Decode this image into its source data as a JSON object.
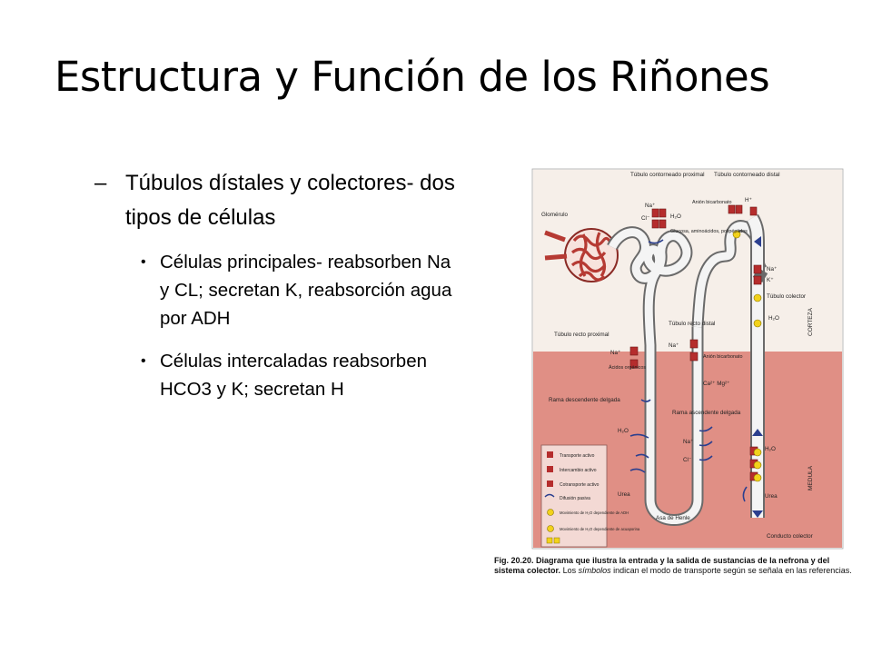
{
  "slide": {
    "title": "Estructura y Función de los Riñones",
    "level1": {
      "dash": "–",
      "text": "Túbulos dístales y colectores- dos tipos de células"
    },
    "level2": [
      {
        "bullet": "•",
        "text": "Células principales- reabsorben Na y CL; secretan K, reabsorción agua por ADH"
      },
      {
        "bullet": "•",
        "text": "Células intercaladas reabsorben HCO3 y K; secretan H"
      }
    ]
  },
  "figure": {
    "labels": {
      "proximal_convoluted": "Túbulo contorneado proximal",
      "distal_convoluted": "Túbulo contorneado distal",
      "glomerulus": "Glomérulo",
      "straight_proximal": "Túbulo recto proximal",
      "straight_distal": "Túbulo recto distal",
      "descending_limb": "Rama descendente delgada",
      "ascending_limb": "Rama ascendente delgada",
      "loop_of_henle": "Asa de Henle",
      "collecting_tubule": "Túbulo colector",
      "collecting_duct": "Conducto colector",
      "cortex": "CORTEZA",
      "medulla": "MEDULA"
    },
    "solutes": {
      "na": "Na⁺",
      "k": "K⁺",
      "cl": "Cl⁻",
      "h": "H⁺",
      "h2o": "H₂O",
      "glucose": "Glucosa, aminoácidos, polipéptidos",
      "bicarbonate_anion": "Anión bicarbonato",
      "organic_acids": "Ácidos orgánicos",
      "ca_mg": "Ca²⁺ Mg²⁺",
      "urea": "Urea"
    },
    "legend": [
      "Transporte activo",
      "Intercambio activo",
      "Cotransporte activo",
      "Difusión pasiva",
      "Movimiento de H₂O dependiente de ADH",
      "Movimiento de H₂O dependiente de acuaporina"
    ],
    "caption_fig": "Fig. 20.20.",
    "caption_bold": "Diagrama que ilustra la entrada y la salida de sustancias de la nefrona y del sistema colector.",
    "caption_rest_1": "Los",
    "caption_italic": "símbolos",
    "caption_rest_2": "indican el modo de transporte según se señala en las referencias.",
    "colors": {
      "cortex_bg": "#f6efe9",
      "medulla_bg": "#e08f85",
      "tubule": "#f4f4f4",
      "transporter": "#b52d2d",
      "glomerulus": "#b63a33",
      "arrow_blue": "#2b3f8f",
      "arrow_yellow": "#f2d21b"
    }
  }
}
